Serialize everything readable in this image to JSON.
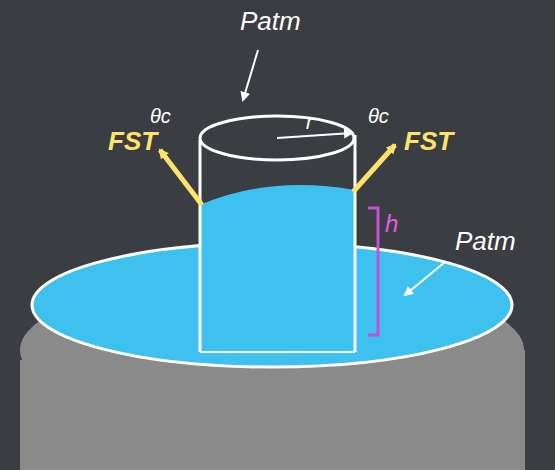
{
  "diagram": {
    "labels": [
      "Patm",
      "FST",
      "θc",
      "r",
      "θc",
      "FST",
      "h",
      "Patm"
    ]
  }
}
